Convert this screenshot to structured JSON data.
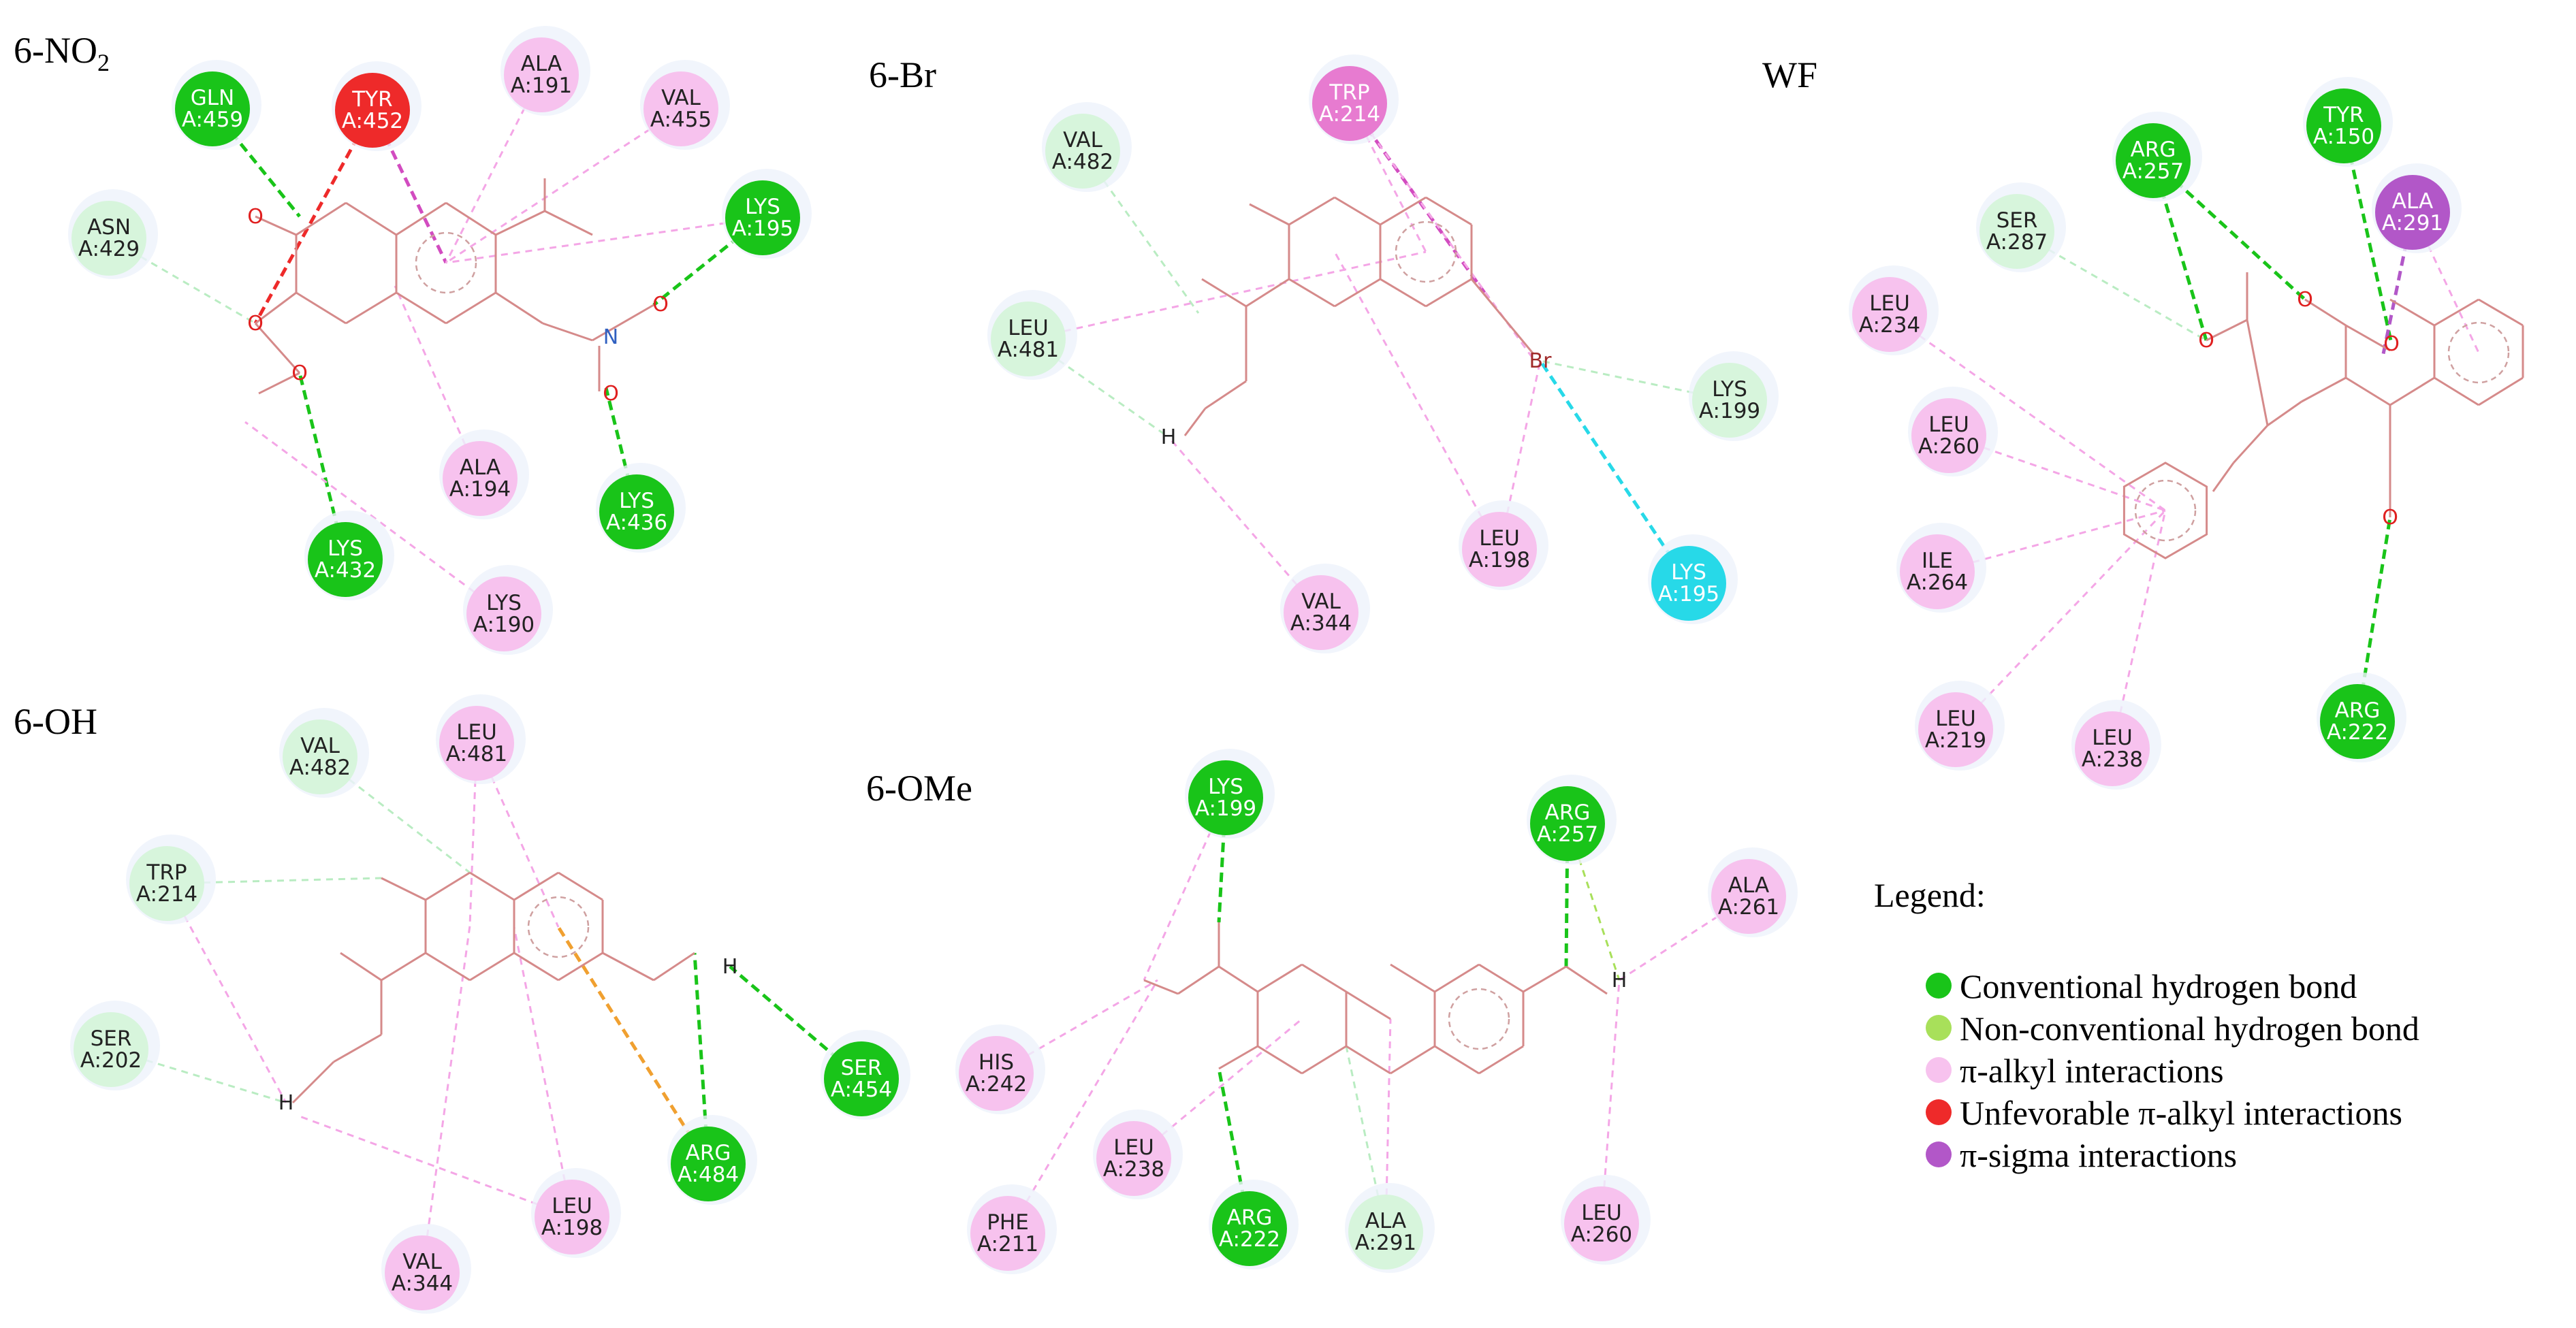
{
  "colors": {
    "conventional": "#19c419",
    "nonconventional": "#a8e05a",
    "pialkyl": "#f7c2ee",
    "unfavorable": "#ee2a2a",
    "pisigma": "#b257c8",
    "vdw": "#d7f5dc",
    "halogen": "#27d9e8",
    "trp": "#e77bd0"
  },
  "panels": {
    "no2": {
      "label": "6-NO",
      "label_sub": "2",
      "atoms": {
        "o": "O",
        "n": "N"
      }
    },
    "br": {
      "label": "6-Br",
      "atoms": {
        "br": "Br",
        "h": "H"
      }
    },
    "wf": {
      "label": "WF",
      "atoms": {
        "o": "O"
      }
    },
    "oh": {
      "label": "6-OH",
      "atoms": {
        "h": "H"
      }
    },
    "ome": {
      "label": "6-OMe",
      "atoms": {
        "h": "H"
      }
    }
  },
  "residues": {
    "no2_gln459": [
      "GLN",
      "A:459"
    ],
    "no2_tyr452": [
      "TYR",
      "A:452"
    ],
    "no2_ala191": [
      "ALA",
      "A:191"
    ],
    "no2_val455": [
      "VAL",
      "A:455"
    ],
    "no2_asn429": [
      "ASN",
      "A:429"
    ],
    "no2_lys195": [
      "LYS",
      "A:195"
    ],
    "no2_ala194": [
      "ALA",
      "A:194"
    ],
    "no2_lys436": [
      "LYS",
      "A:436"
    ],
    "no2_lys432": [
      "LYS",
      "A:432"
    ],
    "no2_lys190": [
      "LYS",
      "A:190"
    ],
    "br_trp214": [
      "TRP",
      "A:214"
    ],
    "br_val482": [
      "VAL",
      "A:482"
    ],
    "br_leu481": [
      "LEU",
      "A:481"
    ],
    "br_lys199": [
      "LYS",
      "A:199"
    ],
    "br_leu198": [
      "LEU",
      "A:198"
    ],
    "br_lys195": [
      "LYS",
      "A:195"
    ],
    "br_val344": [
      "VAL",
      "A:344"
    ],
    "wf_arg257": [
      "ARG",
      "A:257"
    ],
    "wf_tyr150": [
      "TYR",
      "A:150"
    ],
    "wf_ser287": [
      "SER",
      "A:287"
    ],
    "wf_ala291": [
      "ALA",
      "A:291"
    ],
    "wf_leu234": [
      "LEU",
      "A:234"
    ],
    "wf_leu260": [
      "LEU",
      "A:260"
    ],
    "wf_ile264": [
      "ILE",
      "A:264"
    ],
    "wf_leu219": [
      "LEU",
      "A:219"
    ],
    "wf_leu238": [
      "LEU",
      "A:238"
    ],
    "wf_arg222": [
      "ARG",
      "A:222"
    ],
    "oh_val482": [
      "VAL",
      "A:482"
    ],
    "oh_leu481": [
      "LEU",
      "A:481"
    ],
    "oh_trp214": [
      "TRP",
      "A:214"
    ],
    "oh_ser202": [
      "SER",
      "A:202"
    ],
    "oh_ser454": [
      "SER",
      "A:454"
    ],
    "oh_arg484": [
      "ARG",
      "A:484"
    ],
    "oh_leu198": [
      "LEU",
      "A:198"
    ],
    "oh_val344": [
      "VAL",
      "A:344"
    ],
    "ome_lys199": [
      "LYS",
      "A:199"
    ],
    "ome_arg257": [
      "ARG",
      "A:257"
    ],
    "ome_ala261": [
      "ALA",
      "A:261"
    ],
    "ome_his242": [
      "HIS",
      "A:242"
    ],
    "ome_leu238": [
      "LEU",
      "A:238"
    ],
    "ome_phe211": [
      "PHE",
      "A:211"
    ],
    "ome_arg222": [
      "ARG",
      "A:222"
    ],
    "ome_ala291": [
      "ALA",
      "A:291"
    ],
    "ome_leu260": [
      "LEU",
      "A:260"
    ]
  },
  "legend": {
    "title": "Legend:",
    "items": [
      {
        "label": "Conventional hydrogen bond",
        "color": "#19c419"
      },
      {
        "label": "Non-conventional hydrogen bond",
        "color": "#a8e05a"
      },
      {
        "label": "π-alkyl interactions",
        "color": "#f7c2ee"
      },
      {
        "label": "Unfevorable π-alkyl interactions",
        "color": "#ee2a2a"
      },
      {
        "label": "π-sigma interactions",
        "color": "#b257c8"
      }
    ]
  }
}
